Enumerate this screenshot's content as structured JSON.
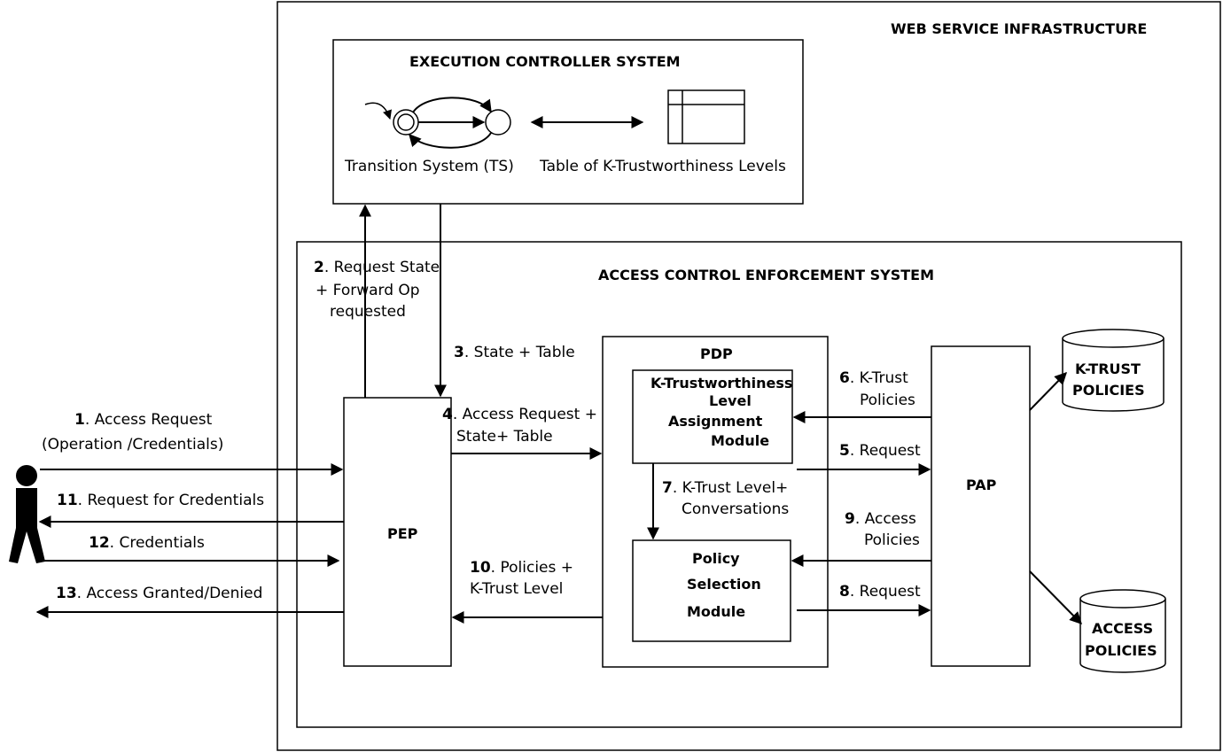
{
  "infrastructure": {
    "title": "WEB SERVICE INFRASTRUCTURE"
  },
  "ecs": {
    "title": "EXECUTION CONTROLLER SYSTEM",
    "ts_label": "Transition System  (TS)",
    "table_label": "Table of K-Trustworthiness Levels"
  },
  "aces": {
    "title": "ACCESS CONTROL ENFORCEMENT SYSTEM"
  },
  "pep": {
    "label": "PEP"
  },
  "pdp": {
    "label": "PDP",
    "kt_module": [
      "K-Trustworthiness",
      "Level",
      "Assignment",
      "Module"
    ],
    "ps_module": [
      "Policy",
      "Selection",
      "Module"
    ]
  },
  "pap": {
    "label": "PAP"
  },
  "db_ktrust": [
    "K-TRUST",
    "POLICIES"
  ],
  "db_access": [
    "ACCESS",
    "POLICIES"
  ],
  "flows": {
    "f1": {
      "num": "1",
      "line1": ". Access Request",
      "line2": "(Operation /Credentials)"
    },
    "f2": {
      "num": "2",
      "line1": ". Request  State",
      "line2": "+ Forward Op",
      "line3": "requested"
    },
    "f3": {
      "num": "3",
      "line1": ". State + Table"
    },
    "f4": {
      "num": "4",
      "line1": ". Access  Request +",
      "line2": "State+ Table"
    },
    "f5": {
      "num": "5",
      "line1": ". Request"
    },
    "f6": {
      "num": "6",
      "line1": ". K-Trust",
      "line2": "Policies"
    },
    "f7": {
      "num": "7",
      "line1": ". K-Trust Level+",
      "line2": "Conversations"
    },
    "f8": {
      "num": "8",
      "line1": ". Request"
    },
    "f9": {
      "num": "9",
      "line1": ". Access",
      "line2": "Policies"
    },
    "f10": {
      "num": "10",
      "line1": ". Policies +",
      "line2": "K-Trust Level"
    },
    "f11": {
      "num": "11",
      "line1": ". Request for Credentials"
    },
    "f12": {
      "num": "12",
      "line1": ". Credentials"
    },
    "f13": {
      "num": "13",
      "line1": ". Access Granted/Denied"
    }
  }
}
